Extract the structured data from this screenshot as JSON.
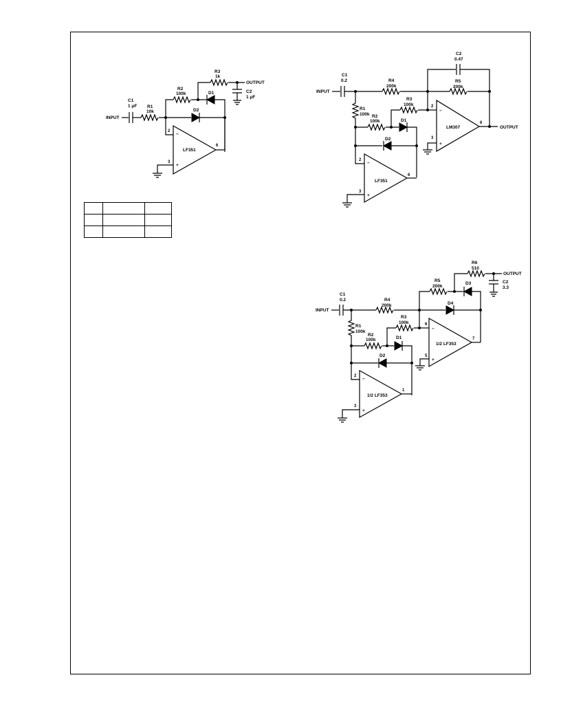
{
  "circuit1": {
    "input": "INPUT",
    "output": "OUTPUT",
    "c1_name": "C1",
    "c1_value": "1 μF",
    "r1_name": "R1",
    "r1_value": "10k",
    "r2_name": "R2",
    "r2_value": "100k",
    "r3_name": "R3",
    "r3_value": "1k",
    "c2_name": "C2",
    "c2_value": "1 μF",
    "d1": "D1",
    "d2": "D2",
    "opamp": "LF351",
    "pin_inv": "2",
    "pin_noninv": "3",
    "pin_out": "6",
    "minus": "−",
    "plus": "+"
  },
  "circuit2": {
    "input": "INPUT",
    "output": "OUTPUT",
    "c1_name": "C1",
    "c1_value": "0.2",
    "r1_name": "R1",
    "r1_value": "100k",
    "r2_name": "R2",
    "r2_value": "100k",
    "r3_name": "R3",
    "r3_value": "100k",
    "r4_name": "R4",
    "r4_value": "200k",
    "r5_name": "R5",
    "r5_value": "200k",
    "c2_name": "C2",
    "c2_value": "0.47",
    "d1": "D1",
    "d2": "D2",
    "opamp_a": "LF351",
    "opamp_b": "LM307",
    "a_pin_inv": "2",
    "a_pin_noninv": "3",
    "a_pin_out": "6",
    "b_pin_inv": "2",
    "b_pin_noninv": "3",
    "b_pin_out": "6",
    "minus": "−",
    "plus": "+"
  },
  "circuit3": {
    "input": "INPUT",
    "output": "OUTPUT",
    "c1_name": "C1",
    "c1_value": "0.2",
    "r1_name": "R1",
    "r1_value": "100k",
    "r2_name": "R2",
    "r2_value": "100k",
    "r3_name": "R3",
    "r3_value": "100k",
    "r4_name": "R4",
    "r4_value": "200k",
    "r5_name": "R5",
    "r5_value": "200k",
    "r6_name": "R6",
    "r6_value": "510",
    "c2_name": "C2",
    "c2_value": "3.3",
    "d1": "D1",
    "d2": "D2",
    "d3": "D3",
    "d4": "D4",
    "opamp_a": "1/2 LF353",
    "opamp_b": "1/2 LF353",
    "a_pin_inv": "2",
    "a_pin_noninv": "3",
    "a_pin_out": "1",
    "b_pin_inv": "6",
    "b_pin_noninv": "5",
    "b_pin_out": "7",
    "minus": "−",
    "plus": "+"
  },
  "table": {
    "rows": 3,
    "cells": [
      [
        "",
        "",
        ""
      ],
      [
        "",
        "",
        ""
      ],
      [
        "",
        "",
        ""
      ]
    ]
  }
}
